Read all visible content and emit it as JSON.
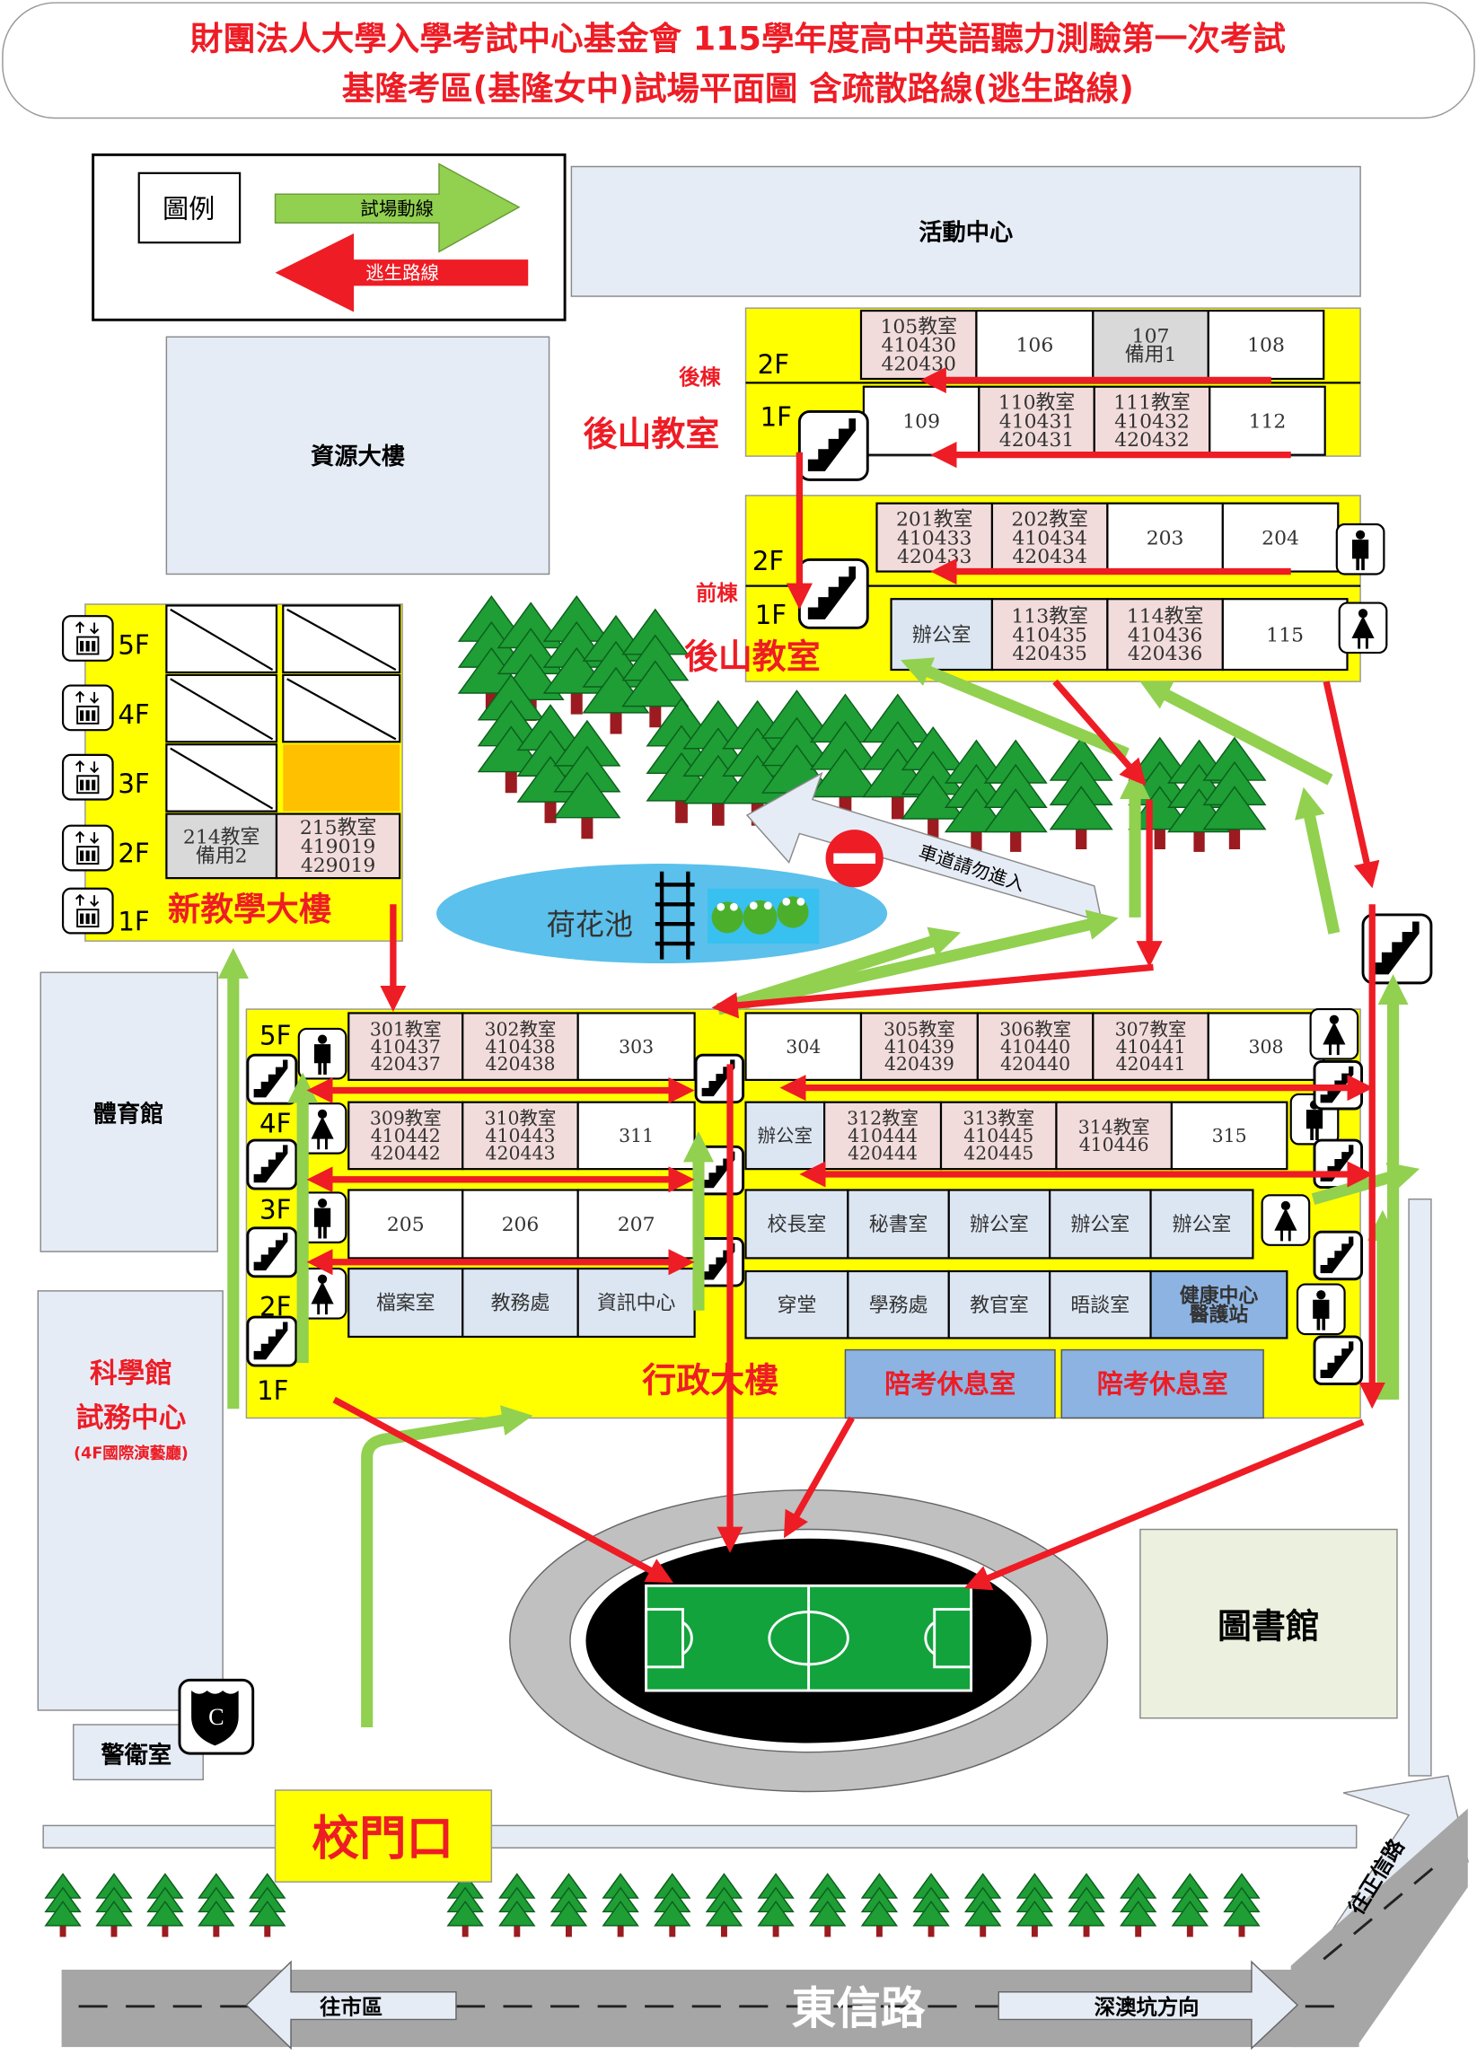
{
  "title": {
    "line1": "財團法人大學入學考試中心基金會 115學年度高中英語聽力測驗第一次考試",
    "line2": "基隆考區(基隆女中)試場平面圖 含疏散路線(逃生路線)"
  },
  "legend": {
    "heading": "圖例",
    "exam_route": "試場動線",
    "escape_route": "逃生路線"
  },
  "colors": {
    "escape": "#ee1c25",
    "exam": "#92d050",
    "building": "#ffff00",
    "exam_room": "#f2dcdb",
    "spare_room": "#d9d9d9",
    "office_room": "#dce6f2",
    "health_room": "#8db3e2"
  },
  "places": {
    "activity_center": "活動中心",
    "resource_building": "資源大樓",
    "gym": "體育館",
    "science_hall": "科學館",
    "exam_office": "試務中心",
    "exam_office_note": "(4F國際演藝廳)",
    "guard_room": "警衛室",
    "library": "圖書館",
    "lotus_pond": "荷花池",
    "no_entry_driveway": "車道請勿進入",
    "school_gate": "校門口",
    "road_name": "東信路",
    "to_city": "往市區",
    "to_shenaokeng": "深澳坑方向",
    "to_zhengxin_road": "往正信路",
    "guard_badge": "C"
  },
  "back_building": {
    "label": "後棟",
    "name": "後山教室",
    "floors": [
      "2F",
      "1F"
    ],
    "rooms_2f": [
      {
        "lines": [
          "105教室",
          "410430",
          "420430"
        ],
        "type": "exam"
      },
      {
        "lines": [
          "106"
        ],
        "type": "normal"
      },
      {
        "lines": [
          "107",
          "備用1"
        ],
        "type": "spare"
      },
      {
        "lines": [
          "108"
        ],
        "type": "normal"
      }
    ],
    "rooms_1f": [
      {
        "lines": [
          "109"
        ],
        "type": "normal"
      },
      {
        "lines": [
          "110教室",
          "410431",
          "420431"
        ],
        "type": "exam"
      },
      {
        "lines": [
          "111教室",
          "410432",
          "420432"
        ],
        "type": "exam"
      },
      {
        "lines": [
          "112"
        ],
        "type": "normal"
      }
    ]
  },
  "front_building": {
    "label": "前棟",
    "name": "後山教室",
    "floors": [
      "2F",
      "1F"
    ],
    "rooms_2f": [
      {
        "lines": [
          "201教室",
          "410433",
          "420433"
        ],
        "type": "exam"
      },
      {
        "lines": [
          "202教室",
          "410434",
          "420434"
        ],
        "type": "exam"
      },
      {
        "lines": [
          "203"
        ],
        "type": "normal"
      },
      {
        "lines": [
          "204"
        ],
        "type": "normal"
      }
    ],
    "rooms_1f": [
      {
        "lines": [
          "辦公室"
        ],
        "type": "office"
      },
      {
        "lines": [
          "113教室",
          "410435",
          "420435"
        ],
        "type": "exam"
      },
      {
        "lines": [
          "114教室",
          "410436",
          "420436"
        ],
        "type": "exam"
      },
      {
        "lines": [
          "115"
        ],
        "type": "normal"
      }
    ]
  },
  "new_building": {
    "name": "新教學大樓",
    "floors": [
      "5F",
      "4F",
      "3F",
      "2F",
      "1F"
    ],
    "rooms_2f": [
      {
        "lines": [
          "214教室",
          "備用2"
        ],
        "type": "spare"
      },
      {
        "lines": [
          "215教室",
          "419019",
          "429019"
        ],
        "type": "exam"
      }
    ]
  },
  "admin_building": {
    "name": "行政大樓",
    "floors": [
      "5F",
      "4F",
      "3F",
      "2F",
      "1F"
    ],
    "left_5f": [
      {
        "lines": [
          "301教室",
          "410437",
          "420437"
        ],
        "type": "exam"
      },
      {
        "lines": [
          "302教室",
          "410438",
          "420438"
        ],
        "type": "exam"
      },
      {
        "lines": [
          "303"
        ],
        "type": "normal"
      }
    ],
    "left_4f": [
      {
        "lines": [
          "309教室",
          "410442",
          "420442"
        ],
        "type": "exam"
      },
      {
        "lines": [
          "310教室",
          "410443",
          "420443"
        ],
        "type": "exam"
      },
      {
        "lines": [
          "311"
        ],
        "type": "normal"
      }
    ],
    "left_3f": [
      {
        "lines": [
          "205"
        ],
        "type": "normal"
      },
      {
        "lines": [
          "206"
        ],
        "type": "normal"
      },
      {
        "lines": [
          "207"
        ],
        "type": "normal"
      }
    ],
    "left_2f": [
      {
        "lines": [
          "檔案室"
        ],
        "type": "office"
      },
      {
        "lines": [
          "教務處"
        ],
        "type": "office"
      },
      {
        "lines": [
          "資訊中心"
        ],
        "type": "office"
      }
    ],
    "right_5f": [
      {
        "lines": [
          "304"
        ],
        "type": "normal"
      },
      {
        "lines": [
          "305教室",
          "410439",
          "420439"
        ],
        "type": "exam"
      },
      {
        "lines": [
          "306教室",
          "410440",
          "420440"
        ],
        "type": "exam"
      },
      {
        "lines": [
          "307教室",
          "410441",
          "420441"
        ],
        "type": "exam"
      },
      {
        "lines": [
          "308"
        ],
        "type": "normal"
      }
    ],
    "right_4f": [
      {
        "lines": [
          "辦公室"
        ],
        "type": "office"
      },
      {
        "lines": [
          "312教室",
          "410444",
          "420444"
        ],
        "type": "exam"
      },
      {
        "lines": [
          "313教室",
          "410445",
          "420445"
        ],
        "type": "exam"
      },
      {
        "lines": [
          "314教室",
          "410446"
        ],
        "type": "exam"
      },
      {
        "lines": [
          "315"
        ],
        "type": "normal"
      }
    ],
    "right_3f": [
      {
        "lines": [
          "校長室"
        ],
        "type": "office"
      },
      {
        "lines": [
          "秘書室"
        ],
        "type": "office"
      },
      {
        "lines": [
          "辦公室"
        ],
        "type": "office"
      },
      {
        "lines": [
          "辦公室"
        ],
        "type": "office"
      },
      {
        "lines": [
          "辦公室"
        ],
        "type": "office"
      }
    ],
    "right_2f": [
      {
        "lines": [
          "穿堂"
        ],
        "type": "office"
      },
      {
        "lines": [
          "學務處"
        ],
        "type": "office"
      },
      {
        "lines": [
          "教官室"
        ],
        "type": "office"
      },
      {
        "lines": [
          "晤談室"
        ],
        "type": "office"
      },
      {
        "lines": [
          "健康中心",
          "醫護站"
        ],
        "type": "health"
      }
    ],
    "waiting_rooms": [
      "陪考休息室",
      "陪考休息室"
    ]
  }
}
